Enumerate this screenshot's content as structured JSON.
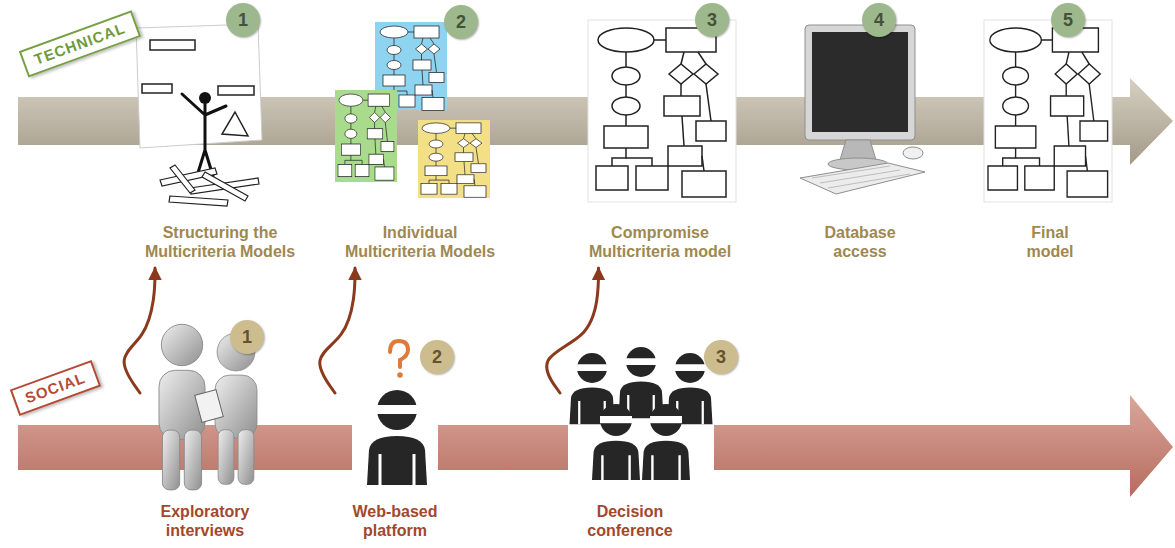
{
  "diagram": {
    "nodes": [
      {
        "text": [
          "TECHNICAL"
        ]
      },
      {
        "text": [
          "Structuring the Multicriteria Models"
        ]
      },
      {
        "text": [
          "Individual Multicriteria Models"
        ]
      },
      {
        "text": [
          "Compromise Multicriteria model"
        ]
      },
      {
        "text": [
          "Database access"
        ]
      },
      {
        "text": [
          "Final model"
        ]
      },
      {
        "text": [
          "SOCIAL"
        ]
      },
      {
        "text": [
          "Exploratory interviews"
        ]
      },
      {
        "text": [
          "Web-based platform"
        ]
      },
      {
        "text": [
          "Decision conference"
        ]
      }
    ],
    "edges": [
      {
        "from": 7,
        "to": 1,
        "arrow": "to"
      },
      {
        "from": 8,
        "to": 2,
        "arrow": "to"
      },
      {
        "from": 9,
        "to": 3,
        "arrow": "to"
      }
    ],
    "labels": [
      "1",
      "2",
      "3",
      "4",
      "5",
      "1",
      "2",
      "3"
    ]
  }
}
